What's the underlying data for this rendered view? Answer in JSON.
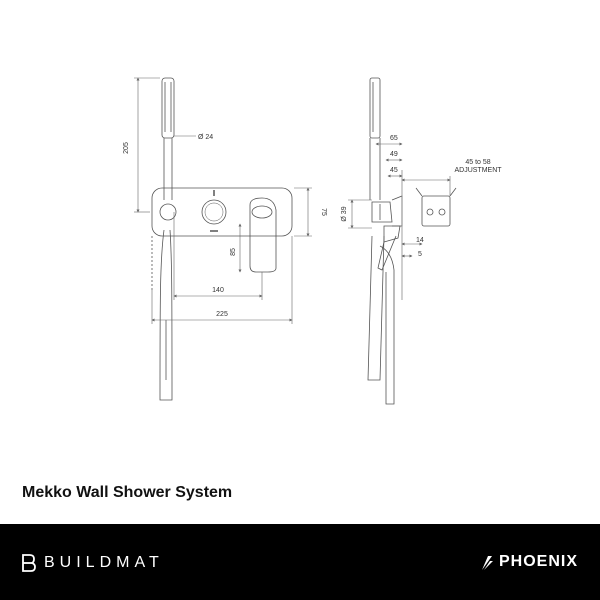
{
  "product": {
    "title": "Mekko Wall Shower System"
  },
  "drawing": {
    "front_view": {
      "dim_height": "205",
      "dim_hose_dia": "24",
      "dim_plate_height": "75",
      "dim_spout": "85",
      "dim_outlet_spacing": "140",
      "dim_width": "225"
    },
    "side_view": {
      "dim_65": "65",
      "dim_49": "49",
      "dim_45": "45",
      "dim_adjust_range": "45 to 58",
      "dim_adjust_label": "ADJUSTMENT",
      "dim_dia": "39",
      "dim_14": "14",
      "dim_5": "5"
    },
    "line_color": "#555555"
  },
  "footer": {
    "left_brand": "BUILDMAT",
    "right_brand": "PHOENIX",
    "background": "#000000",
    "text_color": "#ffffff"
  }
}
